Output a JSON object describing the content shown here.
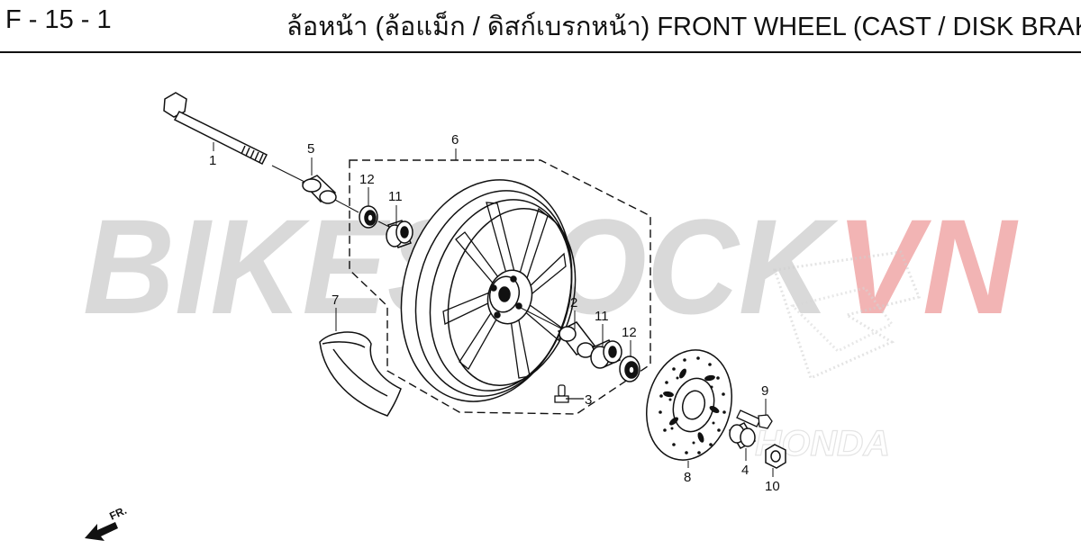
{
  "header": {
    "code": "F - 15 - 1",
    "title": "ล้อหน้า (ล้อแม็ก / ดิสก์เบรกหน้า)  FRONT WHEEL (CAST / DISK BRAKE)"
  },
  "watermark": {
    "text_gray": "BIKESTOCK",
    "text_red": "VN",
    "color_gray": "#d9d9d9",
    "color_red": "#f2b4b4"
  },
  "brand_mark": {
    "text": "HONDA"
  },
  "callouts": {
    "c1": "1",
    "c2": "2",
    "c3": "3",
    "c4": "4",
    "c5": "5",
    "c6": "6",
    "c7": "7",
    "c8": "8",
    "c9": "9",
    "c10": "10",
    "c11a": "11",
    "c11b": "11",
    "c12a": "12",
    "c12b": "12"
  },
  "direction": {
    "label": "FR."
  },
  "colors": {
    "line": "#111111",
    "background": "#ffffff"
  }
}
